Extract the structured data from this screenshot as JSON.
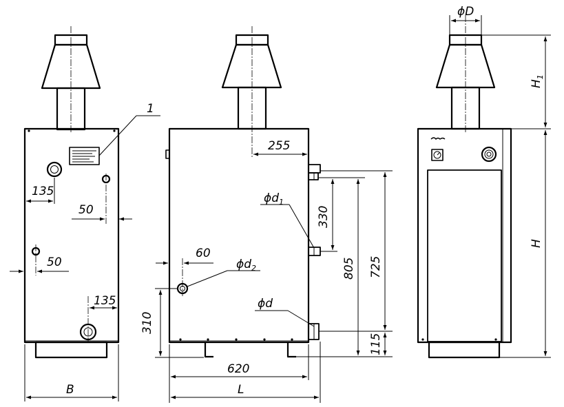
{
  "drawing": {
    "callout": "1",
    "front_view": {
      "dim_135_top": "135",
      "dim_50_right": "50",
      "dim_50_left": "50",
      "dim_135_bottom": "135",
      "dim_width": "B"
    },
    "side_view": {
      "dim_255": "255",
      "dim_60": "60",
      "dim_310": "310",
      "dim_620": "620",
      "dim_length": "L",
      "dim_330": "330",
      "dim_805": "805",
      "dim_725": "725",
      "dim_115": "115",
      "pipe_d1": "d",
      "pipe_d1_sub": "1",
      "pipe_d2": "d",
      "pipe_d2_sub": "2",
      "pipe_d": "d",
      "phi": "ϕ"
    },
    "rear_view": {
      "phi": "ϕ",
      "dim_D": "D",
      "dim_H1": "H",
      "dim_H1_sub": "1",
      "dim_H": "H"
    }
  }
}
